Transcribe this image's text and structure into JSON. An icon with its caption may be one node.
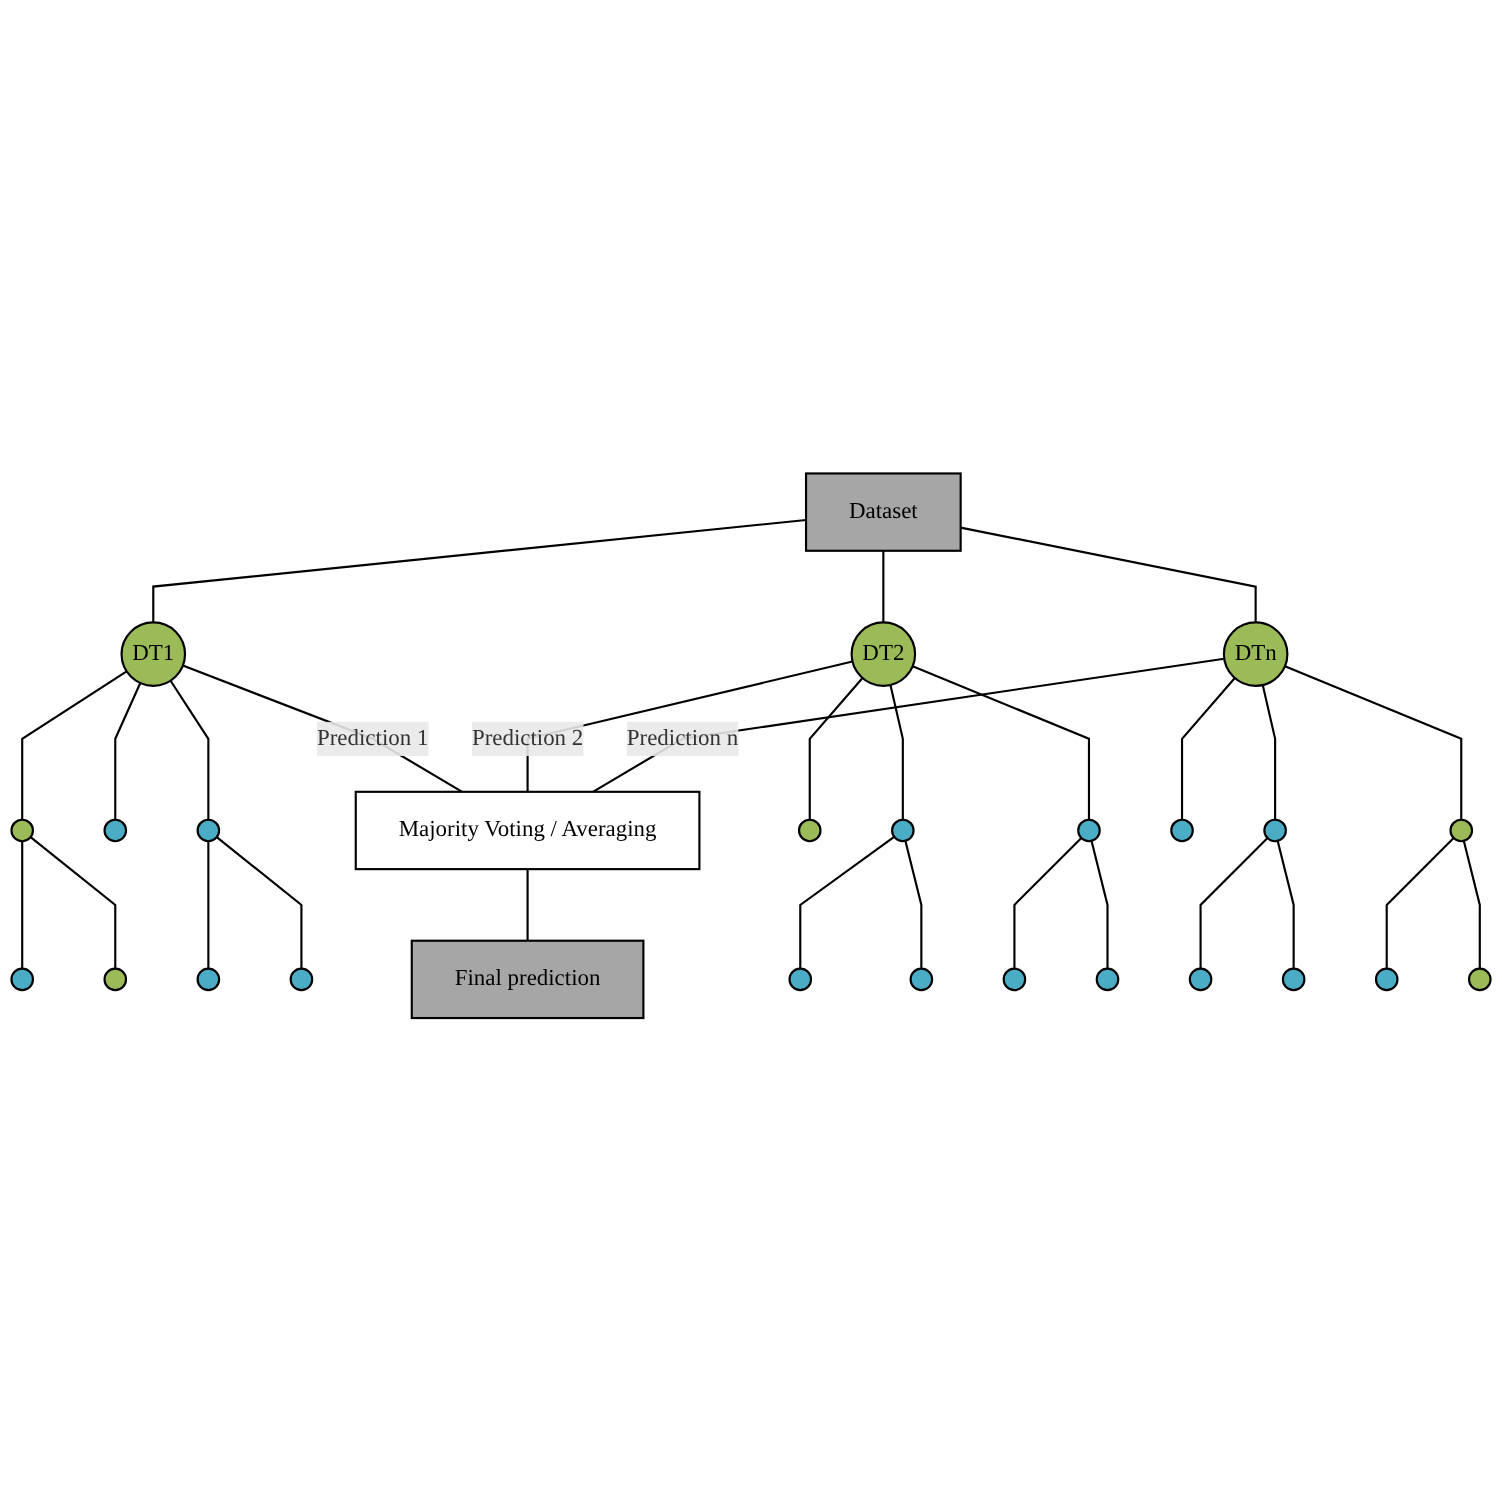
{
  "diagram": {
    "nodes": [
      {
        "text": [
          "Dataset"
        ]
      },
      {
        "text": [
          "DT1"
        ]
      },
      {
        "text": [],
        "shape": "circle"
      },
      {
        "text": [],
        "shape": "circle"
      },
      {
        "text": [],
        "shape": "circle"
      },
      {
        "text": [],
        "shape": "circle"
      },
      {
        "text": [],
        "shape": "circle"
      },
      {
        "text": [],
        "shape": "circle"
      },
      {
        "text": [],
        "shape": "circle"
      },
      {
        "text": [
          "DT2"
        ]
      },
      {
        "text": [],
        "shape": "circle"
      },
      {
        "text": [],
        "shape": "circle"
      },
      {
        "text": [],
        "shape": "circle"
      },
      {
        "text": [],
        "shape": "circle"
      },
      {
        "text": [],
        "shape": "circle"
      },
      {
        "text": [],
        "shape": "circle"
      },
      {
        "text": [],
        "shape": "circle"
      },
      {
        "text": [
          "DTn"
        ]
      },
      {
        "text": [],
        "shape": "circle"
      },
      {
        "text": [],
        "shape": "circle"
      },
      {
        "text": [],
        "shape": "circle"
      },
      {
        "text": [],
        "shape": "circle"
      },
      {
        "text": [],
        "shape": "circle"
      },
      {
        "text": [],
        "shape": "circle"
      },
      {
        "text": [],
        "shape": "circle"
      },
      {
        "text": [
          "Majority Voting / Averaging"
        ]
      },
      {
        "text": [
          "Final prediction"
        ]
      }
    ],
    "edges": [
      {
        "from": 0,
        "to": 1,
        "arrow": "none"
      },
      {
        "from": 0,
        "to": 9,
        "arrow": "none"
      },
      {
        "from": 0,
        "to": 17,
        "arrow": "none"
      },
      {
        "from": 1,
        "to": 2,
        "arrow": "none"
      },
      {
        "from": 1,
        "to": 3,
        "arrow": "none"
      },
      {
        "from": 1,
        "to": 4,
        "arrow": "none"
      },
      {
        "from": 2,
        "to": 5,
        "arrow": "none"
      },
      {
        "from": 2,
        "to": 6,
        "arrow": "none"
      },
      {
        "from": 4,
        "to": 7,
        "arrow": "none"
      },
      {
        "from": 4,
        "to": 8,
        "arrow": "none"
      },
      {
        "from": 9,
        "to": 10,
        "arrow": "none"
      },
      {
        "from": 9,
        "to": 11,
        "arrow": "none"
      },
      {
        "from": 9,
        "to": 12,
        "arrow": "none"
      },
      {
        "from": 10,
        "to": 13,
        "arrow": "none"
      },
      {
        "from": 10,
        "to": 14,
        "arrow": "none"
      },
      {
        "from": 12,
        "to": 15,
        "arrow": "none"
      },
      {
        "from": 12,
        "to": 16,
        "arrow": "none"
      },
      {
        "from": 17,
        "to": 18,
        "arrow": "none"
      },
      {
        "from": 17,
        "to": 19,
        "arrow": "none"
      },
      {
        "from": 17,
        "to": 20,
        "arrow": "none"
      },
      {
        "from": 18,
        "to": 21,
        "arrow": "none"
      },
      {
        "from": 18,
        "to": 22,
        "arrow": "none"
      },
      {
        "from": 20,
        "to": 23,
        "arrow": "none"
      },
      {
        "from": 20,
        "to": 24,
        "arrow": "none"
      },
      {
        "from": 1,
        "to": 25,
        "arrow": "none",
        "label": "Prediction 1"
      },
      {
        "from": 9,
        "to": 25,
        "arrow": "none",
        "label": "Prediction 2"
      },
      {
        "from": 17,
        "to": 25,
        "arrow": "none",
        "label": "Prediction n"
      },
      {
        "from": 25,
        "to": 26,
        "arrow": "none"
      }
    ]
  }
}
